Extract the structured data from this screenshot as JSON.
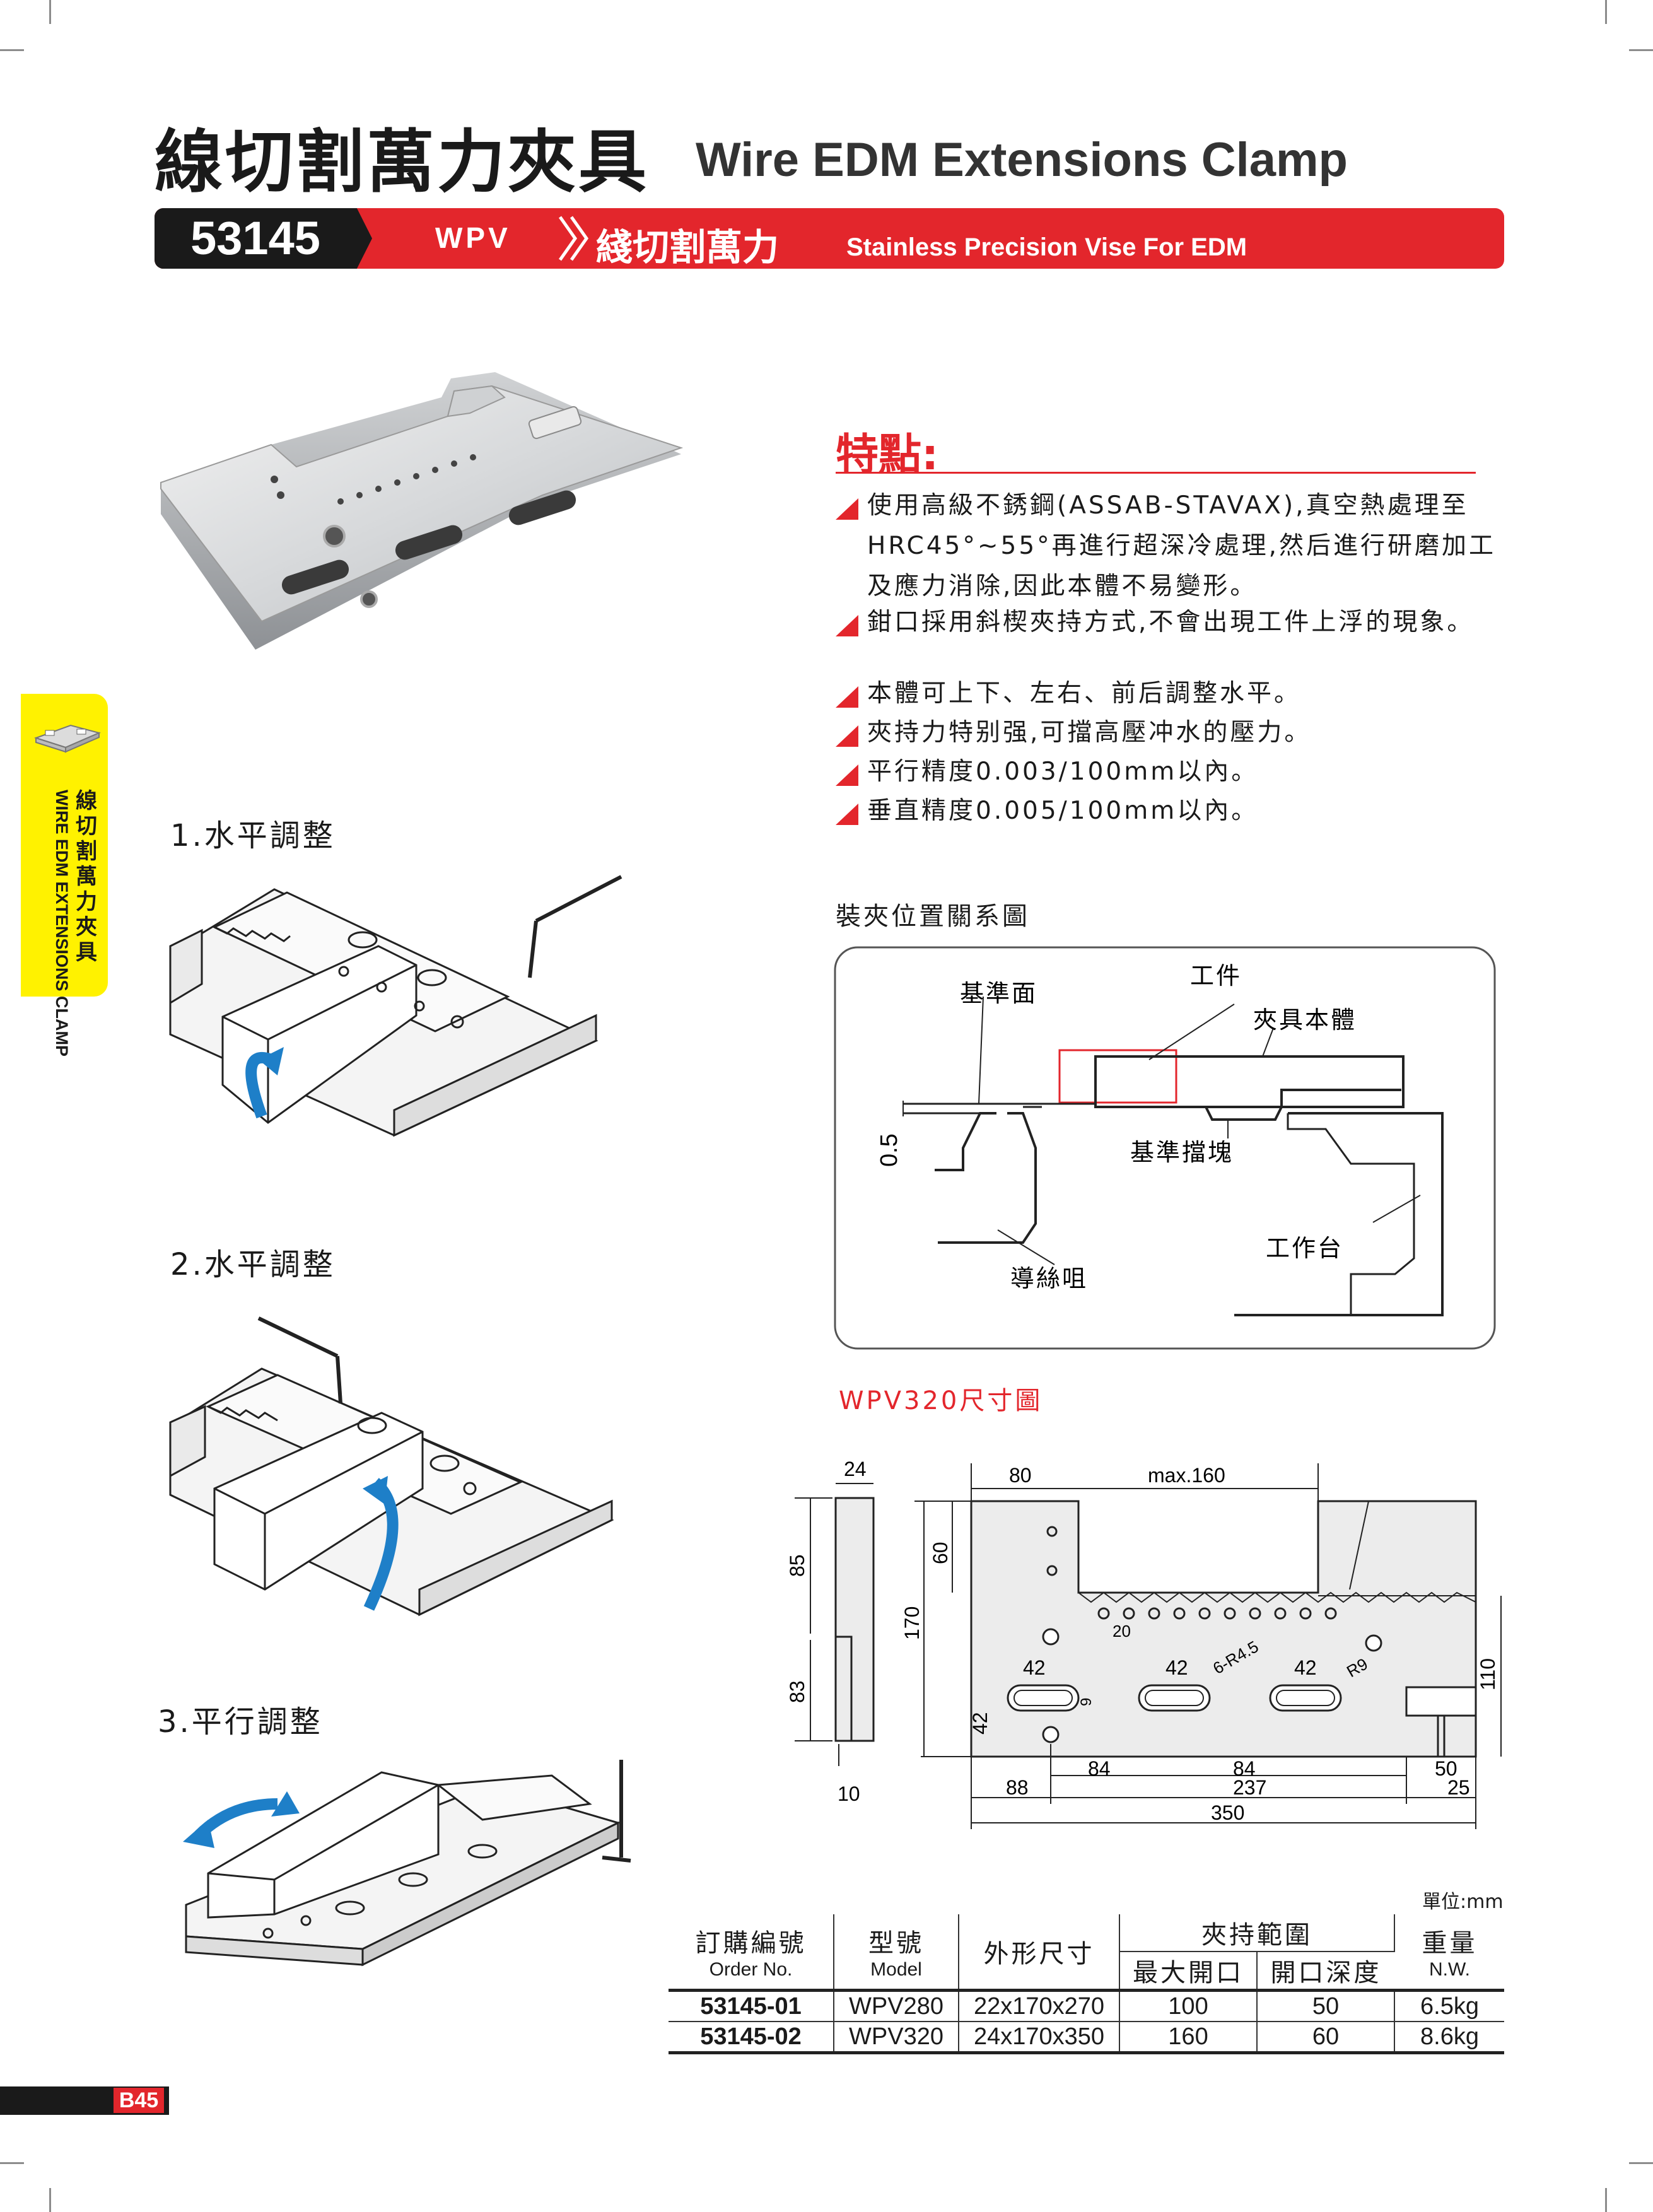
{
  "title": {
    "cn": "線切割萬力夾具",
    "en": "Wire EDM Extensions Clamp"
  },
  "header_band": {
    "code": "53145",
    "model": "WPV",
    "name_cn": "綫切割萬力",
    "name_en": "Stainless Precision Vise For EDM"
  },
  "side_tab": {
    "cn": "線切割萬力夾具",
    "en": "WIRE EDM EXTENSIONS CLAMP"
  },
  "features": {
    "title": "特點:",
    "items": [
      "使用高級不銹鋼(ASSAB-STAVAX),真空熱處理至HRC45°~55°再進行超深冷處理,然后進行研磨加工及應力消除,因此本體不易變形。",
      "鉗口採用斜楔夾持方式,不會出現工件上浮的現象。",
      "本體可上下、左右、前后調整水平。",
      "夾持力特别强,可擋高壓冲水的壓力。",
      "平行精度0.003/100mm以內。",
      "垂直精度0.005/100mm以內。"
    ]
  },
  "steps": [
    "1.水平調整",
    "2.水平調整",
    "3.平行調整"
  ],
  "clamp_diagram": {
    "title": "裝夾位置關系圖",
    "labels": {
      "reference_face": "基準面",
      "workpiece": "工件",
      "clamp_body": "夾具本體",
      "reference_block": "基準擋塊",
      "wire_guide": "導絲咀",
      "worktable": "工作台",
      "gap": "0.5"
    }
  },
  "dimension_drawing": {
    "title": "WPV320尺寸圖",
    "labels": {
      "w24": "24",
      "d80": "80",
      "max160": "max.160",
      "h85": "85",
      "h60": "60",
      "h170": "170",
      "h83": "83",
      "d10": "10",
      "s42a": "42",
      "s42b": "42",
      "s42c": "42",
      "s20": "20",
      "s9": "9",
      "s42v": "42",
      "r45": "6-R4.5",
      "r9": "R9",
      "h110": "110",
      "d84a": "84",
      "d84b": "84",
      "d88": "88",
      "d237": "237",
      "d50": "50",
      "d25": "25",
      "d350": "350"
    }
  },
  "spec_table": {
    "unit": "單位:mm",
    "headers": {
      "order_no_cn": "訂購編號",
      "order_no_en": "Order No.",
      "model_cn": "型號",
      "model_en": "Model",
      "size": "外形尺寸",
      "clamp_range": "夾持範圍",
      "max_opening": "最大開口",
      "opening_depth": "開口深度",
      "weight_cn": "重量",
      "weight_en": "N.W."
    },
    "rows": [
      {
        "order_no": "53145-01",
        "model": "WPV280",
        "size": "22x170x270",
        "max_opening": "100",
        "depth": "50",
        "weight": "6.5kg"
      },
      {
        "order_no": "53145-02",
        "model": "WPV320",
        "size": "24x170x350",
        "max_opening": "160",
        "depth": "60",
        "weight": "8.6kg"
      }
    ]
  },
  "page": "B45",
  "colors": {
    "accent_red": "#e3262c",
    "tab_yellow": "#fff200",
    "dark": "#1a1a1a"
  }
}
